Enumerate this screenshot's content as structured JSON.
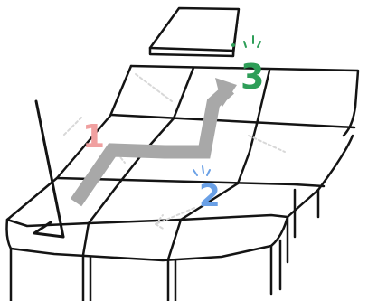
{
  "steps": [
    {
      "label": "1",
      "color": "#f0a0a0"
    },
    {
      "label": "2",
      "color": "#6aa0e6"
    },
    {
      "label": "3",
      "color": "#2e9e58"
    }
  ],
  "colors": {
    "ink": "#141414",
    "arrow": "#a8a8a8",
    "hint": "#d8d8d8",
    "paper": "#ffffff"
  },
  "icons": [
    "phone-edge-icon",
    "floating-tile-icon",
    "path-arrow-icon"
  ]
}
